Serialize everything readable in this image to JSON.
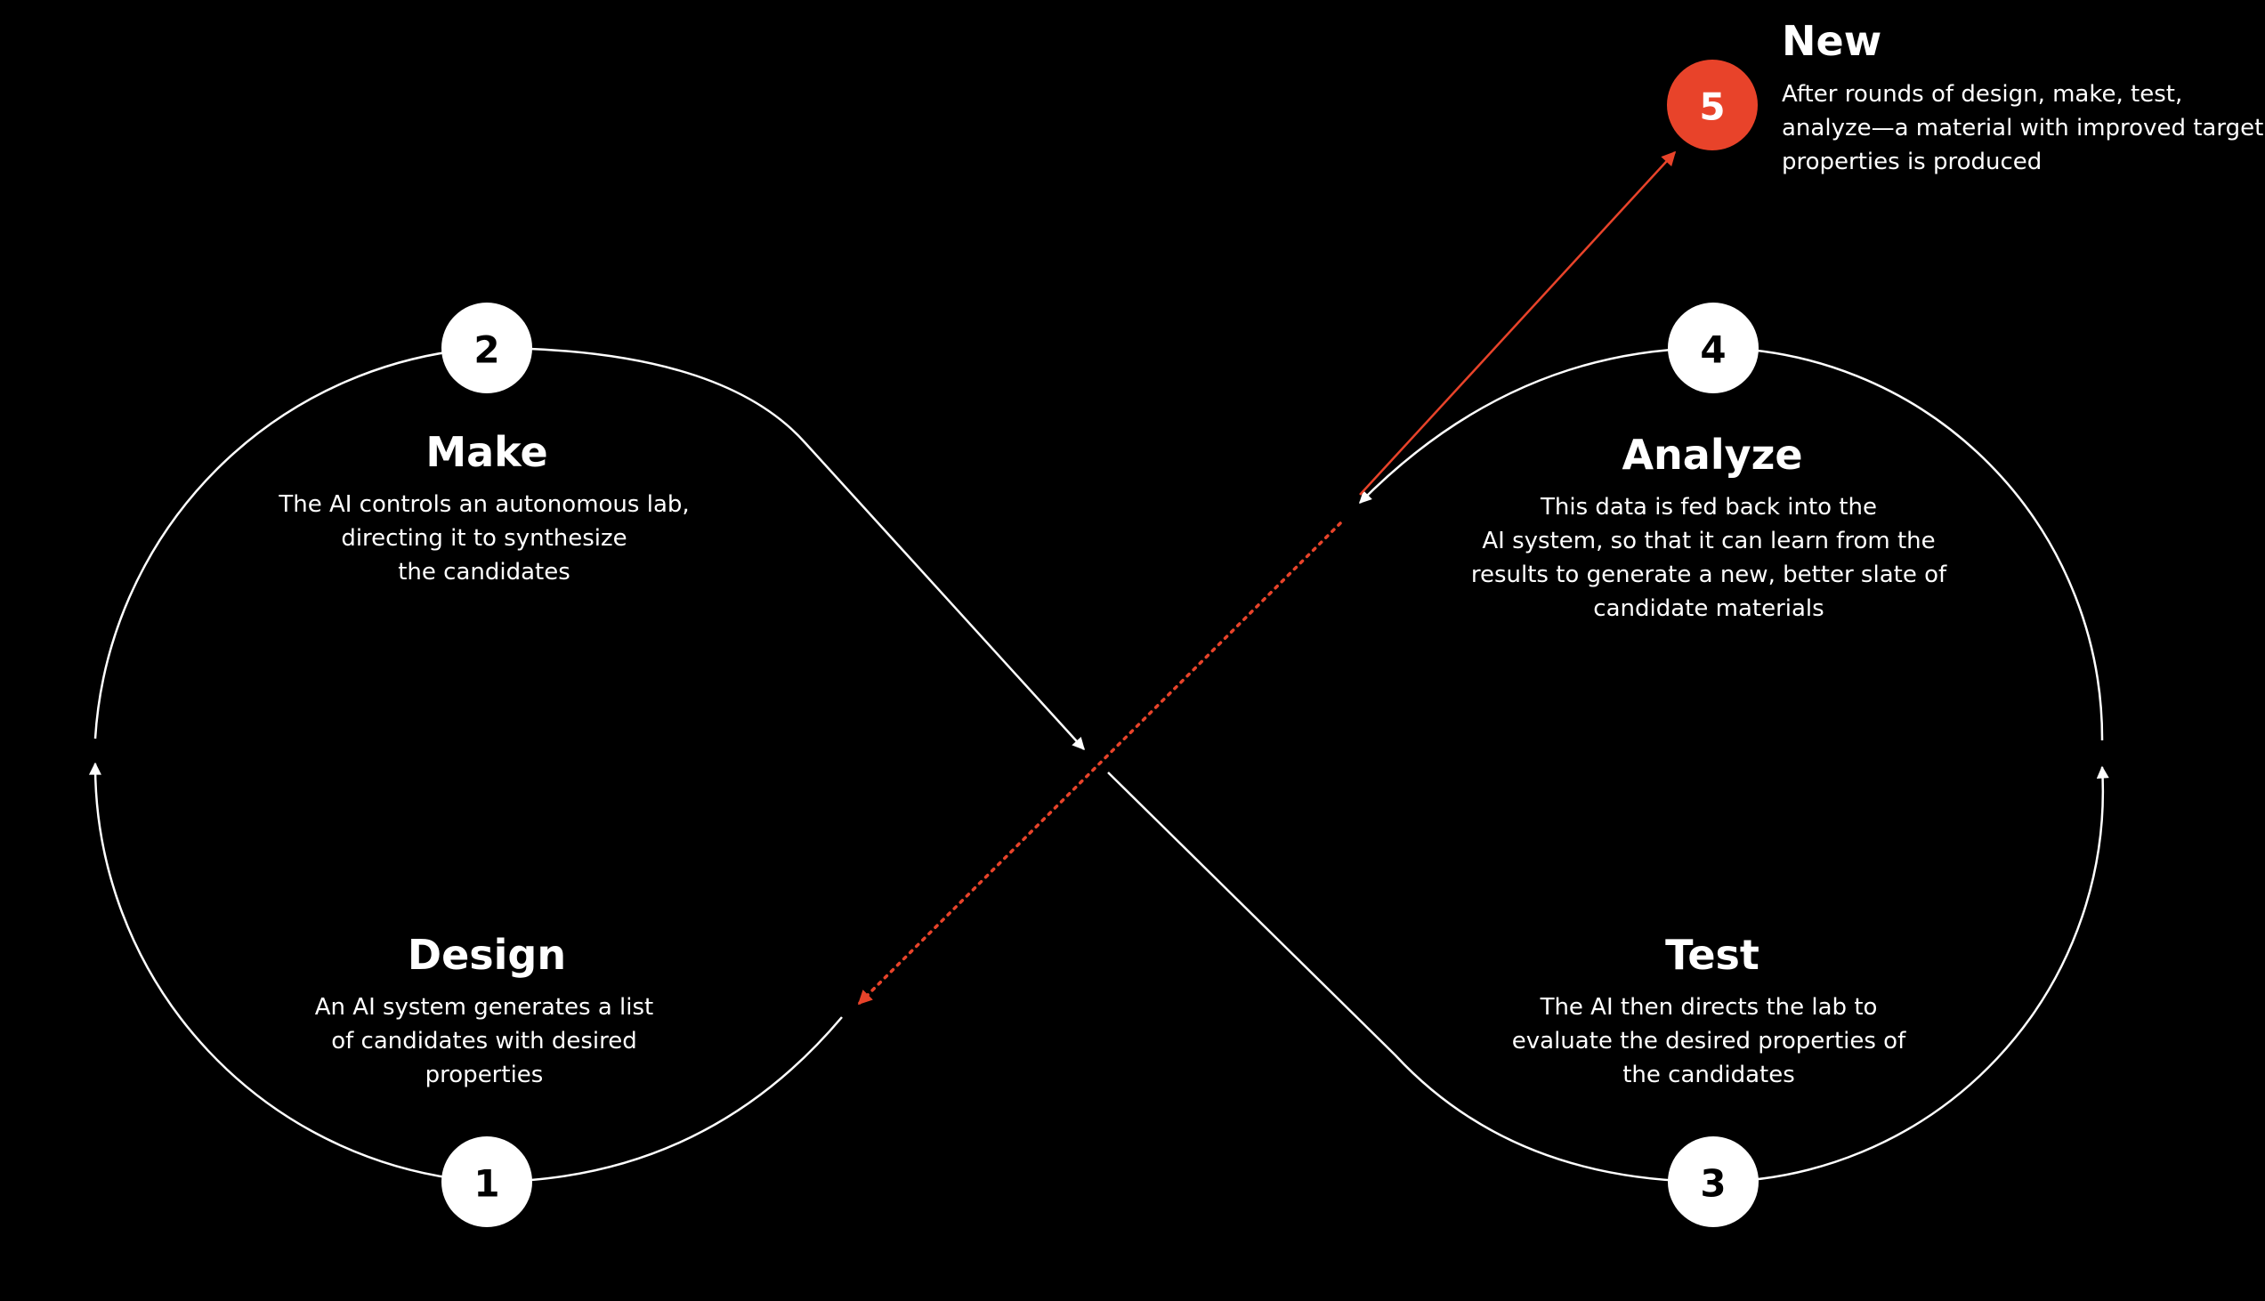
{
  "colors": {
    "background": "#000000",
    "line": "#ffffff",
    "accent": "#e8432a"
  },
  "steps": [
    {
      "number": "1",
      "title": "Design",
      "lines": [
        "An AI system generates a list",
        "of candidates with desired",
        "properties"
      ]
    },
    {
      "number": "2",
      "title": "Make",
      "lines": [
        "The AI controls an autonomous lab,",
        "directing it to synthesize",
        "the candidates"
      ]
    },
    {
      "number": "3",
      "title": "Test",
      "lines": [
        "The AI then directs the lab to",
        "evaluate the desired properties of",
        "the candidates"
      ]
    },
    {
      "number": "4",
      "title": "Analyze",
      "lines": [
        "This data is fed back into the",
        "AI system, so that it can learn from the",
        "results to generate a new, better slate of",
        "candidate materials"
      ]
    }
  ],
  "outcome": {
    "number": "5",
    "title": "New",
    "lines": [
      "After rounds of design, make, test,",
      "analyze—a material with improved target",
      "properties is produced"
    ]
  }
}
